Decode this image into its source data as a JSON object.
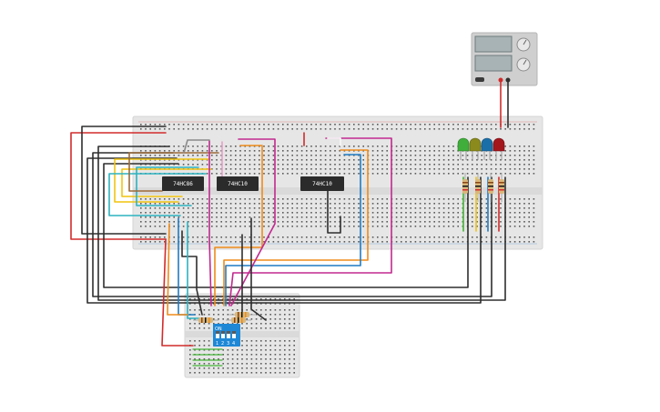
{
  "chips": [
    {
      "name": "chip-1",
      "label": "74HC86"
    },
    {
      "name": "chip-2",
      "label": "74HC10"
    },
    {
      "name": "chip-3",
      "label": "74HC10"
    }
  ],
  "dip_switch": {
    "on_label": "ON",
    "positions": [
      "1",
      "2",
      "3",
      "4"
    ]
  },
  "colors": {
    "red": "#d22b2b",
    "dark": "#2e2e2e",
    "orange": "#ef8c1a",
    "yellow": "#f1c40f",
    "teal": "#2bb3c0",
    "blue": "#1f7cc4",
    "magenta": "#c2288f",
    "green": "#44b536",
    "brown": "#9c6a3a",
    "pink": "#e7a0c8",
    "white": "#f5f5f5",
    "gray": "#8a8a8a"
  },
  "leds": [
    "green",
    "olive",
    "blue",
    "red"
  ]
}
